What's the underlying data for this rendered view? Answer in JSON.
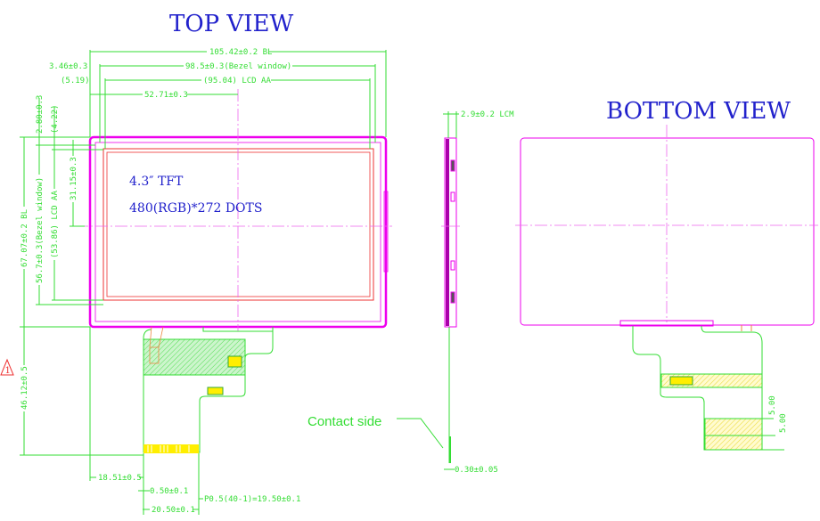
{
  "titles": {
    "top_view": "TOP VIEW",
    "bottom_view": "BOTTOM  VIEW"
  },
  "panel_text": {
    "size": "4.3″ TFT",
    "resolution": "480(RGB)*272 DOTS"
  },
  "dimensions": {
    "bl_width": "105.42±0.2  BL",
    "bezel_width": "98.5±0.3(Bezel window)",
    "bezel_offset": "3.46±0.3",
    "aa_width": "(95.04) LCD AA",
    "aa_offset": "(5.19)",
    "center_x": "52.71±0.3",
    "top_offset": "2.80±0.3",
    "aa_top_offset": "(4.22)",
    "bl_height": "67.07±0.2  BL",
    "bezel_height": "56.7±0.3(Bezel window)",
    "aa_height": "(53.86) LCD AA",
    "center_y": "31.15±0.3",
    "fpc_length": "46.12±0.5",
    "fpc_offset": "18.51±0.5",
    "pin_width": "0.50±0.1",
    "finger_width": "20.50±0.1",
    "pitch": "P0.5(40-1)=19.50±0.1",
    "lcm_thickness": "2.9±0.2  LCM",
    "fpc_thickness": "0.30±0.05",
    "stiffener_1": "5.00",
    "stiffener_2": "5.00"
  },
  "annotations": {
    "contact_side": "Contact side",
    "revision_mark": "1"
  },
  "colors": {
    "outline": "#ee00ee",
    "dimension": "#33dd33",
    "title": "#2222cc",
    "gold": "#ffee00"
  }
}
